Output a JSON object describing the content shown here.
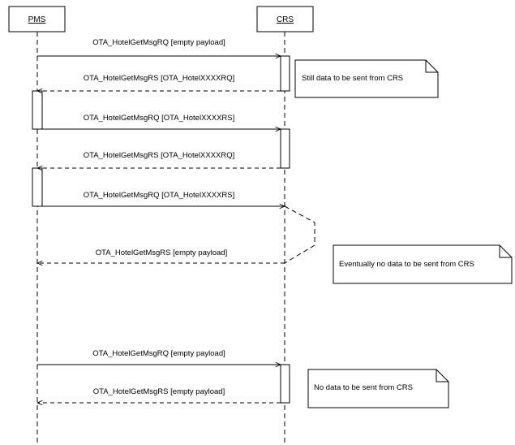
{
  "actors": {
    "left": "PMS",
    "right": "CRS"
  },
  "messages": [
    {
      "label": "OTA_HotelGetMsgRQ [empty payload]",
      "direction": "right",
      "style": "solid"
    },
    {
      "label": "OTA_HotelGetMsgRS [OTA_HotelXXXXRQ]",
      "direction": "left",
      "style": "dashed"
    },
    {
      "label": "OTA_HotelGetMsgRQ [OTA_HotelXXXXRS]",
      "direction": "right",
      "style": "solid"
    },
    {
      "label": "OTA_HotelGetMsgRS [OTA_HotelXXXXRQ]",
      "direction": "left",
      "style": "dashed"
    },
    {
      "label": "OTA_HotelGetMsgRQ [OTA_HotelXXXXRS]",
      "direction": "right",
      "style": "solid"
    },
    {
      "label": "OTA_HotelGetMsgRS [empty payload]",
      "direction": "left",
      "style": "dashed"
    },
    {
      "label": "OTA_HotelGetMsgRQ [empty payload]",
      "direction": "right",
      "style": "solid"
    },
    {
      "label": "OTA_HotelGetMsgRS [empty payload]",
      "direction": "left",
      "style": "dashed"
    }
  ],
  "notes": [
    "Still data to be sent from CRS",
    "Eventually no data to be sent from CRS",
    "No data to be sent from CRS"
  ]
}
